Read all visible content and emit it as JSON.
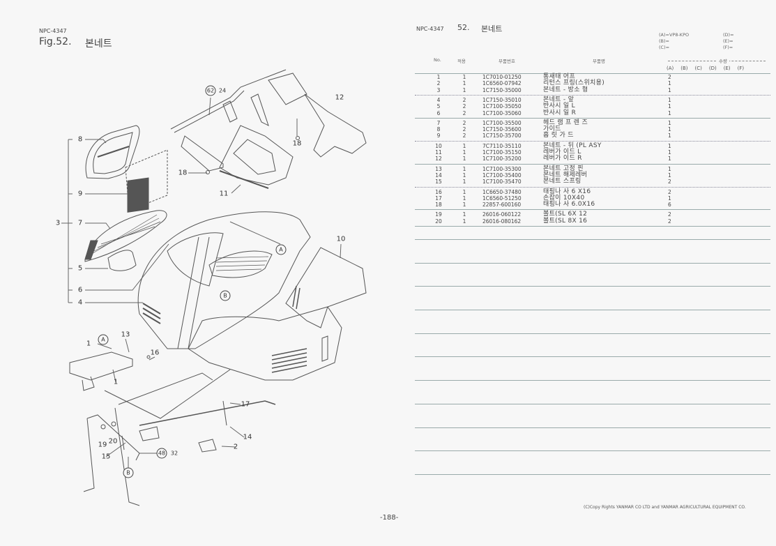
{
  "left": {
    "doc_code": "NPC-4347",
    "fig_title": "Fig.52.",
    "fig_name": "본네트",
    "page_number": "-188-",
    "callouts": {
      "c8": "8",
      "c9": "9",
      "c3": "3",
      "c7": "7",
      "c5": "5",
      "c6": "6",
      "c4": "4",
      "c62": "62",
      "c24": "24",
      "c12": "12",
      "c18a": "18",
      "c18b": "18",
      "c11": "11",
      "c10": "10",
      "cA1": "A",
      "cB1": "B",
      "c1a": "1",
      "cA2": "A",
      "c13": "13",
      "c16": "16",
      "c1b": "1",
      "c17": "17",
      "c14": "14",
      "c19": "19",
      "c20": "20",
      "c15": "15",
      "c48": "48",
      "c32": "32",
      "c2": "2",
      "cB2": "B"
    }
  },
  "right": {
    "doc_code": "NPC-4347",
    "section_no": "52.",
    "section_name": "본네트",
    "models": {
      "A": "(A)=VP8-KPO",
      "B": "(B)=",
      "C": "(C)=",
      "D": "(D)=",
      "E": "(E)=",
      "F": "(F)="
    },
    "headers": {
      "no": "No.",
      "apply": "적용",
      "part_no": "부품번호",
      "part_name": "부품명",
      "qty": "수량",
      "qA": "(A)",
      "qB": "(B)",
      "qC": "(C)",
      "qD": "(D)",
      "qE": "(E)",
      "qF": "(F)"
    },
    "rows": [
      {
        "no": "1",
        "apply": "1",
        "part_no": "1C7010-01250",
        "name": "통새태 어프",
        "qty": "2"
      },
      {
        "no": "2",
        "apply": "1",
        "part_no": "1C6560-07942",
        "name": "리턴스 프링(스위치용)",
        "qty": "1"
      },
      {
        "no": "3",
        "apply": "1",
        "part_no": "1C7150-35000",
        "name": "본네트 - 방소 형",
        "qty": "1"
      },
      {
        "no": "4",
        "apply": "2",
        "part_no": "1C7150-35010",
        "name": "본네트 - 앞",
        "qty": "1"
      },
      {
        "no": "5",
        "apply": "2",
        "part_no": "1C7100-35050",
        "name": "반사시 일 L",
        "qty": "1"
      },
      {
        "no": "6",
        "apply": "2",
        "part_no": "1C7100-35060",
        "name": "반사시 일 R",
        "qty": "1"
      },
      {
        "no": "7",
        "apply": "2",
        "part_no": "1C7100-35500",
        "name": "헤드 램 프 렌 즈",
        "qty": "1"
      },
      {
        "no": "8",
        "apply": "2",
        "part_no": "1C7150-35600",
        "name": "가이드",
        "qty": "1"
      },
      {
        "no": "9",
        "apply": "2",
        "part_no": "1C7150-35700",
        "name": "흡 릿 가 드",
        "qty": "1"
      },
      {
        "no": "10",
        "apply": "1",
        "part_no": "7C7110-35110",
        "name": "본네트 - 뒤 (PL ASY",
        "qty": "1"
      },
      {
        "no": "11",
        "apply": "1",
        "part_no": "1C7100-35150",
        "name": "레버가 이드 L",
        "qty": "1"
      },
      {
        "no": "12",
        "apply": "1",
        "part_no": "1C7100-35200",
        "name": "레버가 이드 R",
        "qty": "1"
      },
      {
        "no": "13",
        "apply": "1",
        "part_no": "1C7100-35300",
        "name": "본네트 고정 핀",
        "qty": "1"
      },
      {
        "no": "14",
        "apply": "1",
        "part_no": "1C7100-35400",
        "name": "본네트 해제레버",
        "qty": "1"
      },
      {
        "no": "15",
        "apply": "1",
        "part_no": "1C7100-35470",
        "name": "본네트 스프링",
        "qty": "2"
      },
      {
        "no": "16",
        "apply": "1",
        "part_no": "1C6650-37480",
        "name": "태핑나 사 6 X16",
        "qty": "2"
      },
      {
        "no": "17",
        "apply": "1",
        "part_no": "1C6560-51250",
        "name": "손잡이 10X40",
        "qty": "1"
      },
      {
        "no": "18",
        "apply": "1",
        "part_no": "22857-600160",
        "name": "태핑나 사 6.0X16",
        "qty": "6"
      },
      {
        "no": "19",
        "apply": "1",
        "part_no": "26016-060122",
        "name": "볼트(SL 6X 12",
        "qty": "2"
      },
      {
        "no": "20",
        "apply": "1",
        "part_no": "26016-080162",
        "name": "볼트(SL 8X 16",
        "qty": "2"
      }
    ],
    "copyright": "(C)Copy Rights YANMAR CO LTD and YANMAR AGRICULTURAL EQUIPMENT CO."
  }
}
